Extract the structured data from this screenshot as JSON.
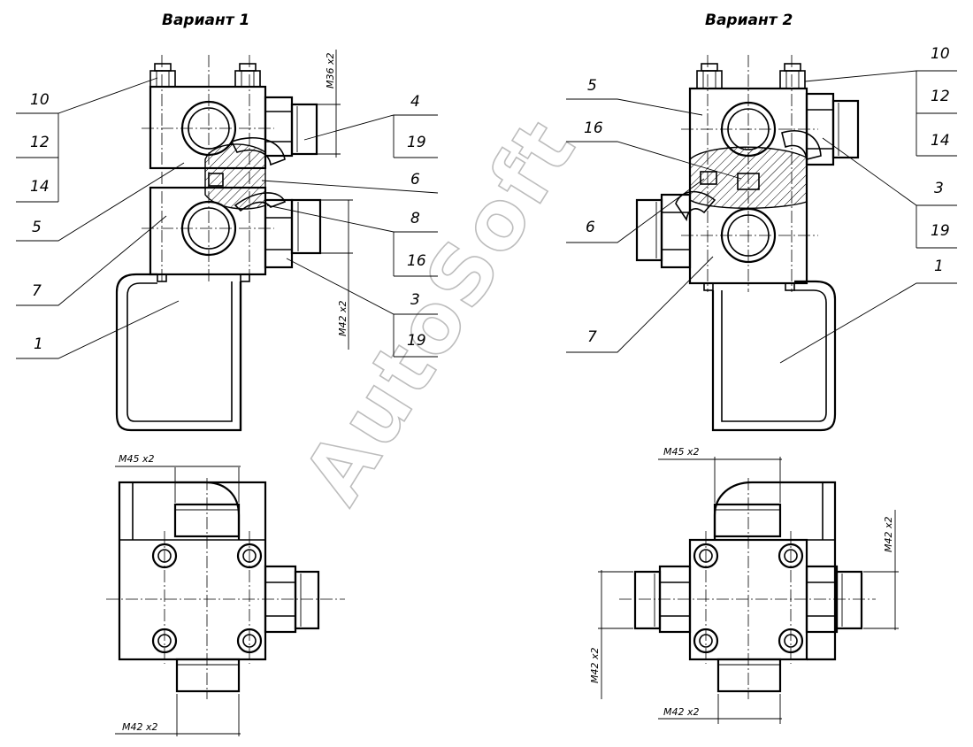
{
  "titles": {
    "variant1": "Вариант 1",
    "variant2": "Вариант 2"
  },
  "variant1": {
    "callouts": {
      "c10": "10",
      "c12": "12",
      "c14": "14",
      "c5": "5",
      "c7": "7",
      "c1": "1",
      "c4": "4",
      "c19a": "19",
      "c6": "6",
      "c8": "8",
      "c16": "16",
      "c3": "3",
      "c19b": "19"
    },
    "dims": {
      "m36": "М36 х2",
      "m42v": "М42 х2",
      "m45": "М45 х2",
      "m42h": "М42 х2"
    }
  },
  "variant2": {
    "callouts": {
      "c5": "5",
      "c16": "16",
      "c6": "6",
      "c7": "7",
      "c10": "10",
      "c12": "12",
      "c14": "14",
      "c3": "3",
      "c19": "19",
      "c1": "1"
    },
    "dims": {
      "m45": "М45 х2",
      "m42r": "М42 х2",
      "m42l": "М42 х2",
      "m42b": "М42 х2"
    }
  },
  "watermark": "AutoSoft"
}
